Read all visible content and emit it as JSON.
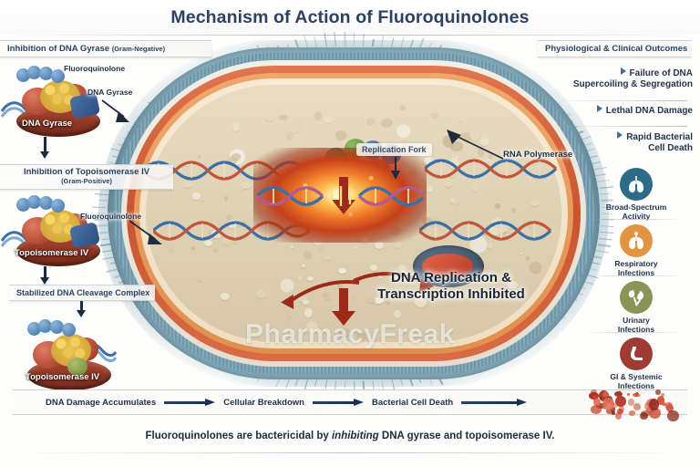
{
  "page": {
    "title": "Mechanism of Action of Fluoroquinolones",
    "watermark": "PharmacyFreak",
    "caption_part1": "Fluoroquinolones are bactericidal by ",
    "caption_italic": "inhibiting",
    "caption_part2": " DNA gyrase and topoisomerase IV."
  },
  "left_panel": {
    "banner_gyrase_main": "Inhibition of DNA Gyrase ",
    "banner_gyrase_sub": "(Gram-Negative)",
    "banner_topo4_main": "Inhibition of Topoisomerase IV",
    "banner_topo4_sub": "(Gram-Positive)",
    "banner_cleavage": "Stabilized DNA Cleavage Complex",
    "step1": {
      "enzyme_name": "DNA Gyrase",
      "callout_drug": "Fluoroquinolone",
      "callout_target": "DNA Gyrase"
    },
    "step2": {
      "enzyme_name": "Topoisomerase IV",
      "callout_drug": "Fluoroquinolone"
    },
    "step3": {
      "enzyme_name": "Topoisomerase IV"
    }
  },
  "center": {
    "label_replication_fork": "Replication Fork",
    "label_rna_polymerase": "RNA Polymerase",
    "headline_line1": "DNA Replication &",
    "headline_line2": "Transcription Inhibited"
  },
  "right_panel": {
    "banner_outcomes": "Physiological & Clinical Outcomes",
    "outcomes": [
      {
        "line1": "Failure of DNA",
        "line2": "Supercoiling & Segregation"
      },
      {
        "line1": "Lethal DNA Damage",
        "line2": ""
      },
      {
        "line1": "Rapid Bacterial",
        "line2": "Cell Death"
      }
    ],
    "icons": [
      {
        "icon": "lungs-icon",
        "label_line1": "Broad-Spectrum",
        "label_line2": "Activity",
        "color": "#2e6b86"
      },
      {
        "icon": "lungs-icon",
        "label_line1": "Respiratory",
        "label_line2": "Infections",
        "color": "#e29440"
      },
      {
        "icon": "kidney-icon",
        "label_line1": "Urinary",
        "label_line2": "Infections",
        "color": "#8a9457"
      },
      {
        "icon": "stomach-icon",
        "label_line1": "GI & Systemic",
        "label_line2": "Infections",
        "color": "#9e3b34"
      }
    ]
  },
  "flow": {
    "steps": [
      "DNA Damage Accumulates",
      "Cellular Breakdown",
      "Bacterial Cell Death"
    ]
  },
  "colors": {
    "title_navy": "#2c4263",
    "accent_blue": "#4a6a92",
    "membrane_red": "#c9552f",
    "membrane_orange": "#e08f4e",
    "fimbriae_teal": "#6d95a8",
    "cytoplasm_tan": "#ded0b2",
    "explosion_orange": "#ef7a2a",
    "arrow_dark": "#1c3150"
  }
}
